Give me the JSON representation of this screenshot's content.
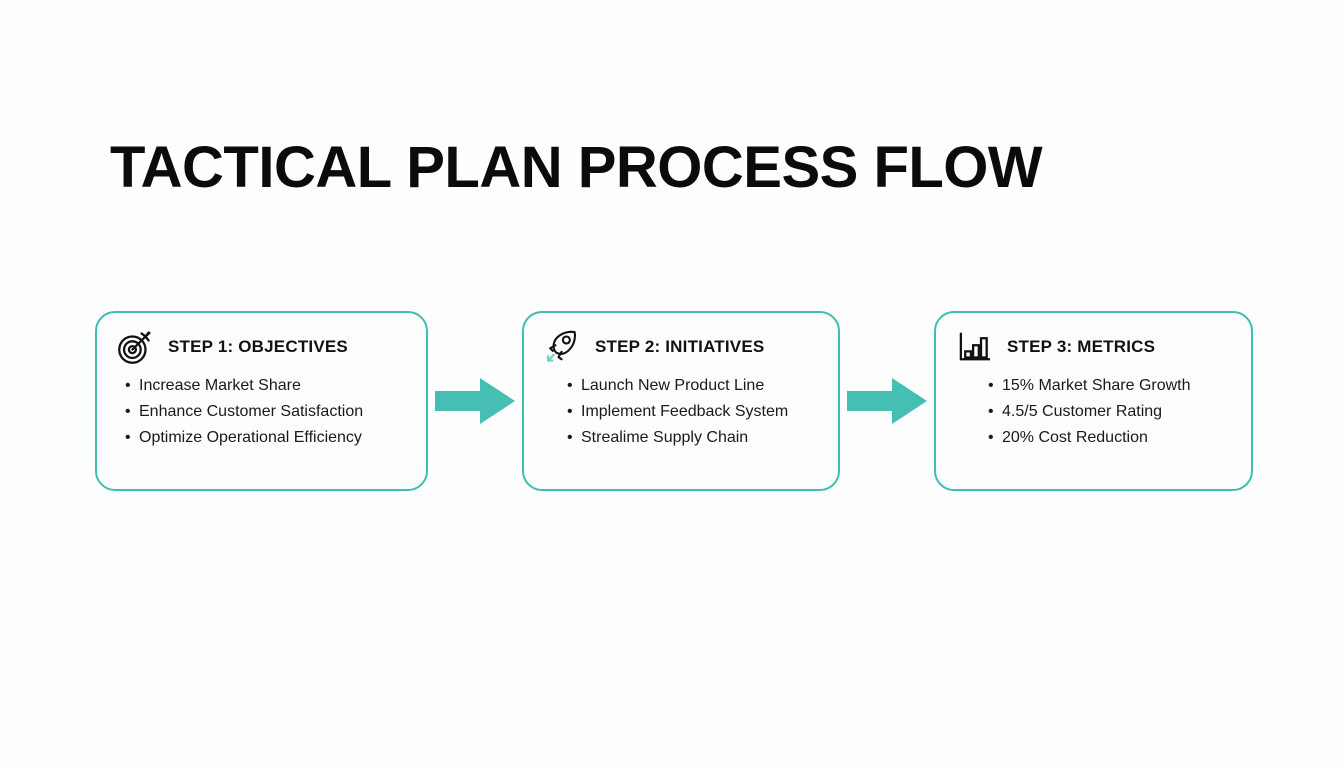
{
  "slide": {
    "title": "TACTICAL PLAN PROCESS FLOW",
    "background_color": "#ffffff",
    "accent_color": "#3fbdb0",
    "text_color": "#111111"
  },
  "steps": [
    {
      "icon": "target-icon",
      "title": "STEP 1: OBJECTIVES",
      "bullets": [
        "Increase Market Share",
        "Enhance Customer Satisfaction",
        "Optimize Operational Efficiency"
      ]
    },
    {
      "icon": "rocket-icon",
      "title": "STEP 2: INITIATIVES",
      "bullets": [
        "Launch New Product Line",
        "Implement Feedback System",
        "Strealime Supply Chain"
      ]
    },
    {
      "icon": "bar-chart-icon",
      "title": "STEP 3: METRICS",
      "bullets": [
        "15% Market Share Growth",
        "4.5/5 Customer Rating",
        "20% Cost Reduction"
      ]
    }
  ],
  "connectors": [
    {
      "icon": "arrow-right-icon",
      "color": "#45bfb4"
    },
    {
      "icon": "arrow-right-icon",
      "color": "#45bfb4"
    }
  ]
}
